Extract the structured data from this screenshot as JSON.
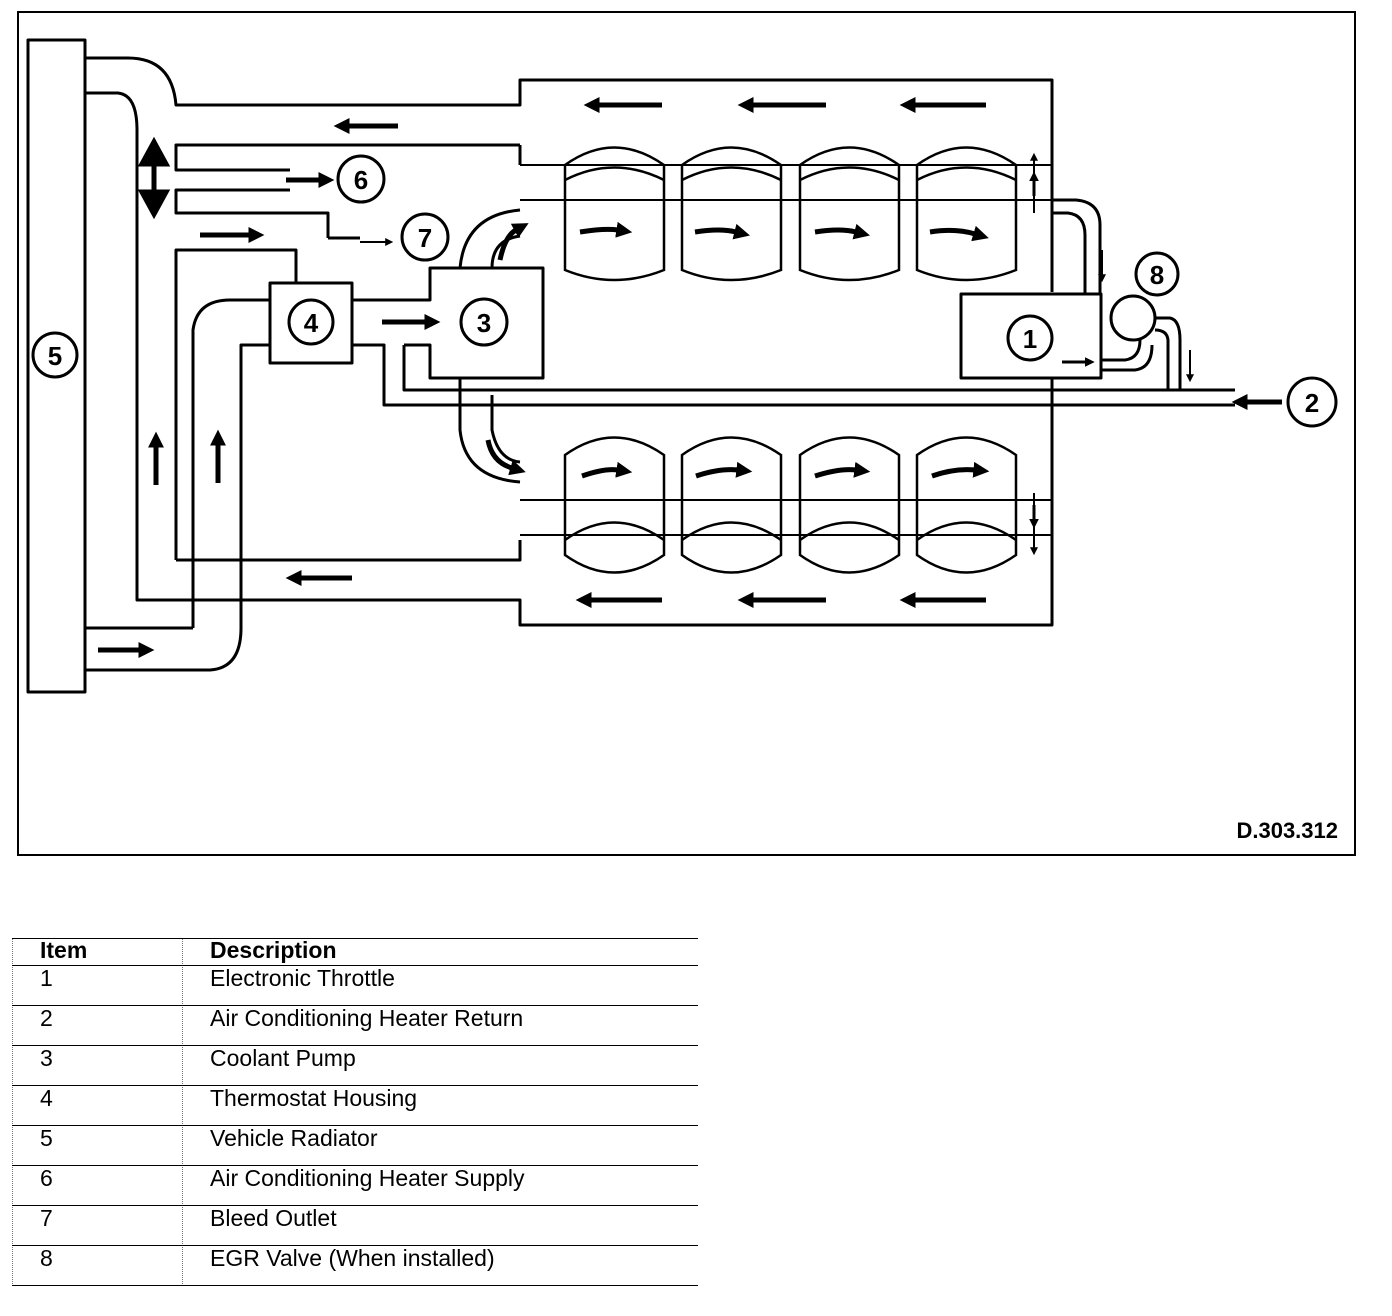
{
  "diagram": {
    "reference": "D.303.312",
    "callouts": [
      "1",
      "2",
      "3",
      "4",
      "5",
      "6",
      "7",
      "8"
    ]
  },
  "legend": {
    "header": {
      "item": "Item",
      "description": "Description"
    },
    "rows": [
      {
        "item": "1",
        "description": "Electronic Throttle"
      },
      {
        "item": "2",
        "description": "Air Conditioning Heater Return"
      },
      {
        "item": "3",
        "description": "Coolant Pump"
      },
      {
        "item": "4",
        "description": "Thermostat Housing"
      },
      {
        "item": "5",
        "description": "Vehicle Radiator"
      },
      {
        "item": "6",
        "description": "Air Conditioning Heater Supply"
      },
      {
        "item": "7",
        "description": "Bleed Outlet"
      },
      {
        "item": "8",
        "description": "EGR Valve (When installed)"
      }
    ]
  }
}
